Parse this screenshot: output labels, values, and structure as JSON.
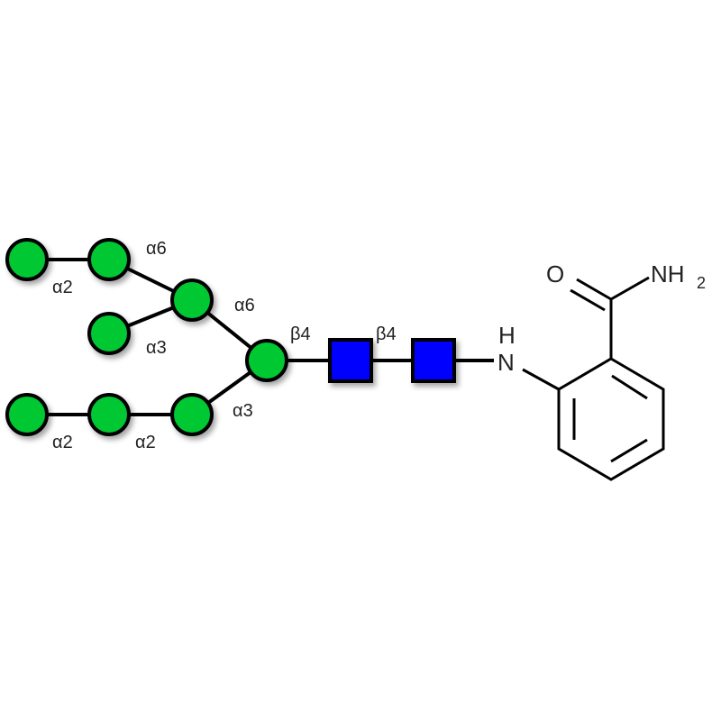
{
  "colors": {
    "mannose": "#00c832",
    "glcnac": "#0000ff",
    "line": "#000000"
  },
  "linkages": {
    "l1": "α2",
    "l2": "α6",
    "l3": "α6",
    "l4": "α3",
    "l5": "α3",
    "l6": "α2",
    "l7": "α2",
    "l8": "β4",
    "l9": "β4"
  },
  "atoms": {
    "n": "N",
    "h": "H",
    "o": "O",
    "nh": "NH",
    "sub2": "2"
  }
}
